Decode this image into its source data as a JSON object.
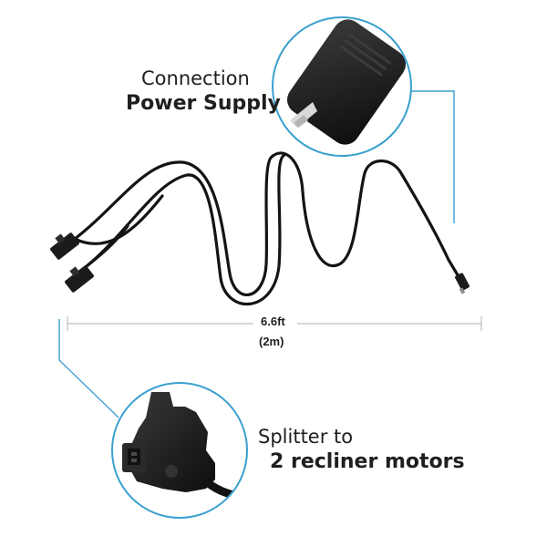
{
  "callouts": {
    "top": {
      "line1": "Connection",
      "line2": "Power Supply"
    },
    "bottom": {
      "line1": "Splitter to",
      "line2": "2 recliner motors"
    }
  },
  "dimension": {
    "length": "6.6ft",
    "metric": "(2m)"
  },
  "colors": {
    "accent": "#3aa0cf",
    "cable": "#141414",
    "connector": "#1b1b1b",
    "pin": "#d9d9d9"
  }
}
